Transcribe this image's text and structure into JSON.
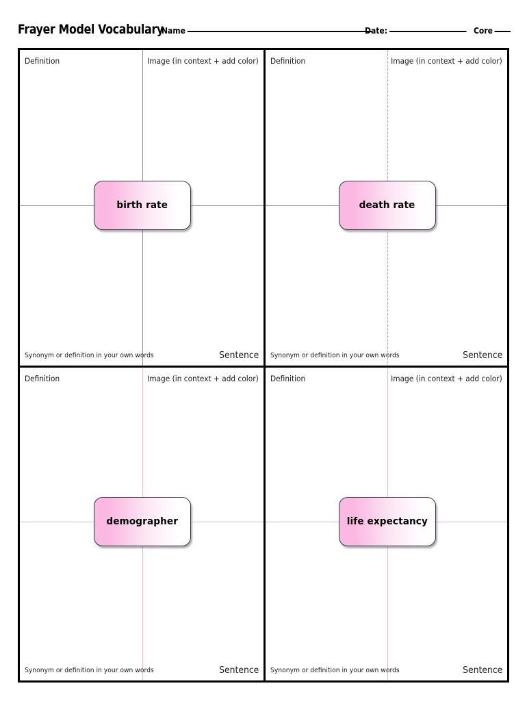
{
  "header": {
    "title": "Frayer Model Vocabulary",
    "name_label": "Name",
    "date_label": "Date:",
    "core_label": "Core"
  },
  "quadrant_labels": {
    "definition": "Definition",
    "image": "Image (in context + add color)",
    "synonym": "Synonym or definition in your own words",
    "sentence": "Sentence"
  },
  "colors": {
    "word_box_pink": "#fbb8e2",
    "word_box_fade": "#ffffff",
    "border_black": "#000000",
    "cross_line_gray": "#909090",
    "cross_line_pink": "#e8b9d4"
  },
  "quadrants": [
    {
      "position": "top-left",
      "term": "birth rate",
      "vertical_line_style": "solid-gray",
      "horizontal_line_style": "solid-gray",
      "labels": {
        "top_left": "Definition",
        "top_right": "Image (in context + add color)",
        "bottom_left": "Synonym or definition in your own words",
        "bottom_right": "Sentence"
      }
    },
    {
      "position": "top-right",
      "term": "death rate",
      "vertical_line_style": "dotted-gray",
      "horizontal_line_style": "solid-gray",
      "labels": {
        "top_left": "Definition",
        "top_right": "Image (in context + add color)",
        "bottom_left": "Synonym or definition in your own words",
        "bottom_right": "Sentence"
      }
    },
    {
      "position": "bottom-left",
      "term": "demographer",
      "vertical_line_style": "solid-pink",
      "horizontal_line_style": "solid-pink",
      "labels": {
        "top_left": "Definition",
        "top_right": "Image (in context + add color)",
        "bottom_left": "Synonym or definition in your own words",
        "bottom_right": "Sentence"
      }
    },
    {
      "position": "bottom-right",
      "term": "life expectancy",
      "vertical_line_style": "solid-pink",
      "horizontal_line_style": "solid-pink",
      "labels": {
        "top_left": "Definition",
        "top_right": "Image (in context + add color)",
        "bottom_left": "Synonym or definition in your own words",
        "bottom_right": "Sentence"
      }
    }
  ]
}
